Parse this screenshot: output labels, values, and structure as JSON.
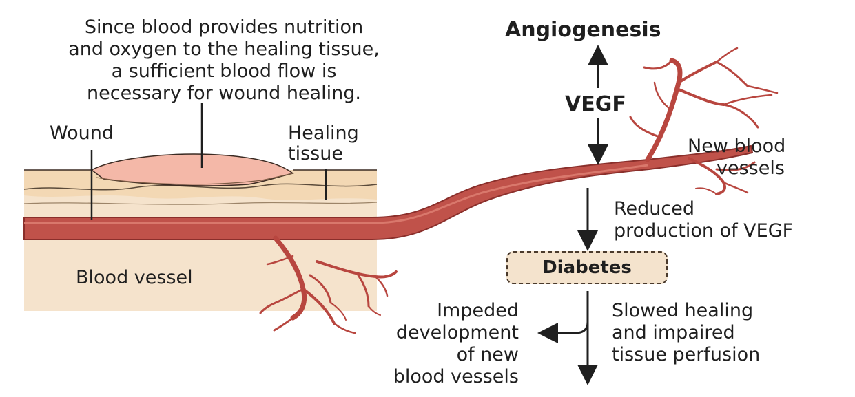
{
  "intro_note": [
    "Since blood provides nutrition",
    "and oxygen to the healing tissue,",
    "a sufficient blood flow is",
    "necessary for wound healing."
  ],
  "labels": {
    "wound": "Wound",
    "healing_tissue": [
      "Healing",
      "tissue"
    ],
    "blood_vessel": "Blood vessel",
    "angiogenesis": "Angiogenesis",
    "vegf": "VEGF",
    "new_vessels": [
      "New blood",
      "vessels"
    ],
    "reduced_vegf": [
      "Reduced",
      "production of VEGF"
    ],
    "diabetes": "Diabetes",
    "impeded": [
      "Impeded",
      "development",
      "of new",
      "blood vessels"
    ],
    "slowed": [
      "Slowed healing",
      "and impaired",
      "tissue perfusion"
    ]
  },
  "colors": {
    "skin_surface": "#f3dcbc",
    "skin_deep": "#f5e3cc",
    "wound_pink": "#f4b8a8",
    "vessel": "#c0524a",
    "vessel_dark": "#8a2f2b",
    "ink": "#1f1f1f"
  }
}
